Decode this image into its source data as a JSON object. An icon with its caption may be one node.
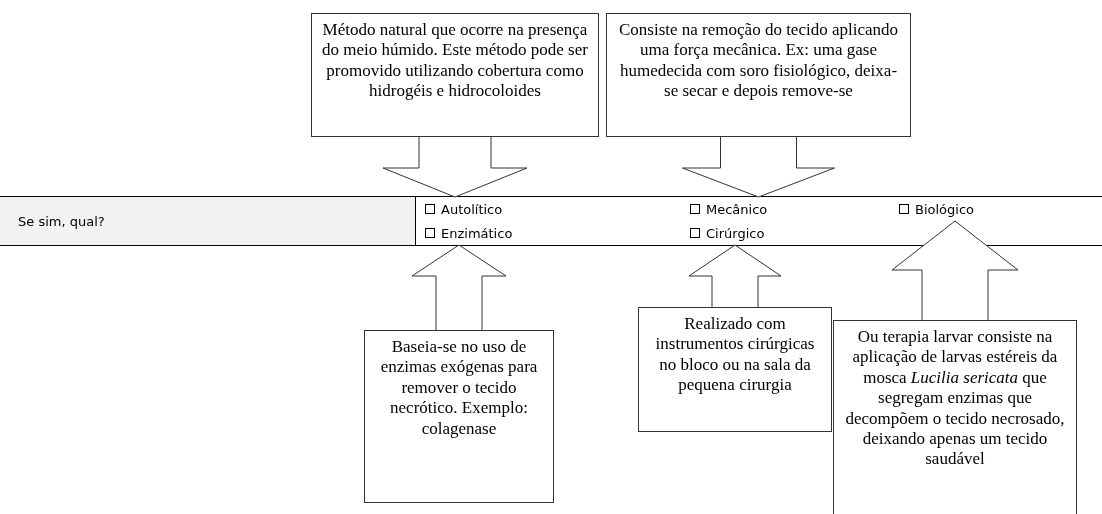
{
  "diagram": {
    "nodes": [
      {
        "text": [
          "Método natural que ocorre na presença do meio húmido. Este método pode ser promovido utilizando cobertura como hidrogéis e hidrocoloides"
        ]
      },
      {
        "text": [
          "Consiste na remoção do tecido aplicando uma força mecânica. Ex: uma gase humedecida com soro fisiológico, deixa-se secar e depois remove-se"
        ]
      },
      {
        "text": [
          "Se sim, qual?"
        ]
      },
      {
        "text": [
          "Autolítico"
        ]
      },
      {
        "text": [
          "Mecânico"
        ]
      },
      {
        "text": [
          "Biológico"
        ]
      },
      {
        "text": [
          "Enzimático"
        ]
      },
      {
        "text": [
          "Cirúrgico"
        ]
      },
      {
        "text": [
          "Baseia-se no uso de enzimas exógenas para remover o tecido necrótico. Exemplo: colagenase"
        ]
      },
      {
        "text": [
          "Realizado com instrumentos cirúrgicas no bloco ou na sala da pequena cirurgia"
        ]
      },
      {
        "text": [
          "Ou terapia larvar consiste na aplicação de larvas estéreis da mosca *Lucilia sericata* que segregam enzimas que decompõem o tecido necrosado, deixando apenas um tecido saudável"
        ]
      }
    ],
    "edges": [
      {
        "from": 0,
        "to": 3,
        "arrow": "to"
      },
      {
        "from": 1,
        "to": 4,
        "arrow": "to"
      },
      {
        "from": 8,
        "to": 6,
        "arrow": "to"
      },
      {
        "from": 9,
        "to": 7,
        "arrow": "to"
      },
      {
        "from": 10,
        "to": 5,
        "arrow": "to"
      }
    ]
  }
}
